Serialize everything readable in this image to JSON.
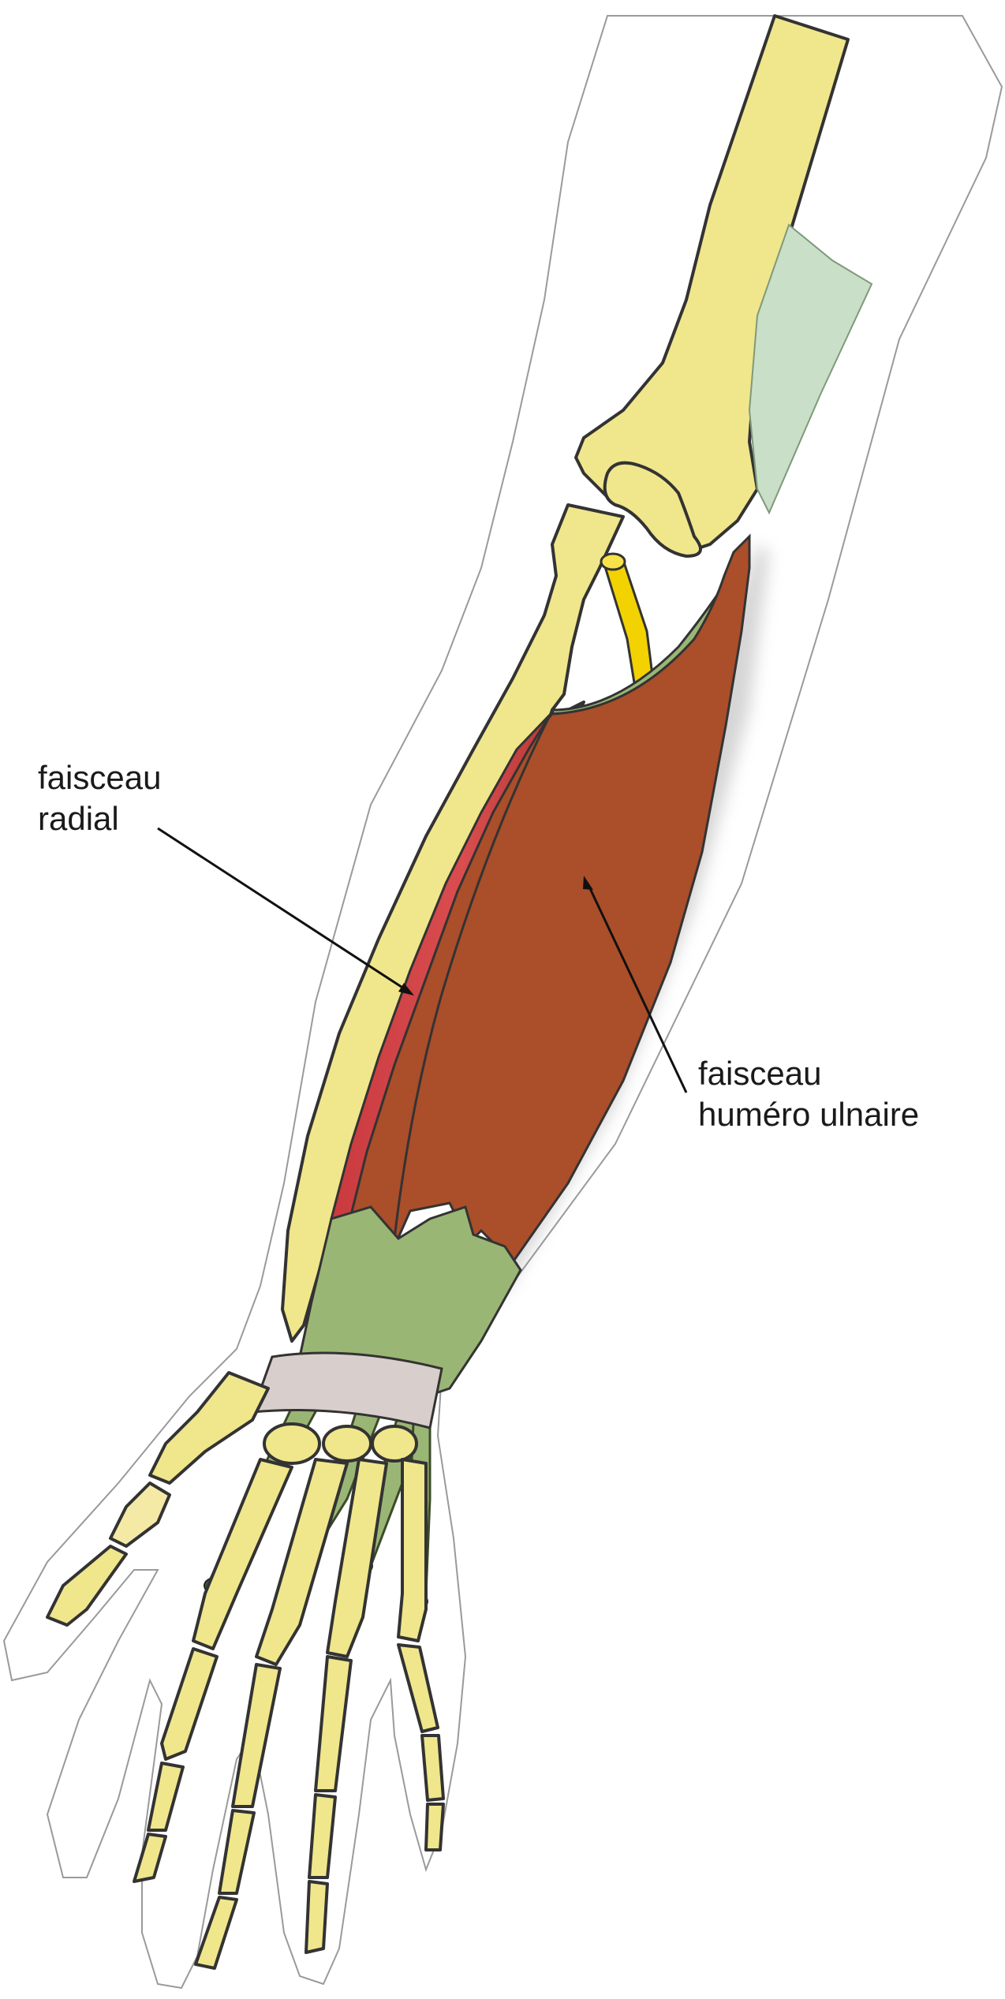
{
  "labels": {
    "radial": [
      "faisceau",
      "radial"
    ],
    "humero_ulnaire": [
      "faisceau",
      "huméro ulnaire"
    ]
  },
  "colors": {
    "bone": "#f0e68c",
    "bone_pale": "#f4eaa6",
    "muscle_main": "#ab4e2a",
    "muscle_radial": "#d2474a",
    "tendon": "#9ab675",
    "tendon_end": "#3f5a34",
    "nerve": "#f2d200",
    "retinaculum": "#d8cfcc",
    "aponeurosis": "#c9dfc8",
    "skin_outline": "#9a9a9a"
  },
  "icons": [
    "arm-outline",
    "humerus-bone",
    "ulna-bone",
    "radius-bone",
    "hand-bones",
    "ulnar-nerve",
    "flexor-muscle",
    "flexor-tendons",
    "flexor-retinaculum"
  ]
}
